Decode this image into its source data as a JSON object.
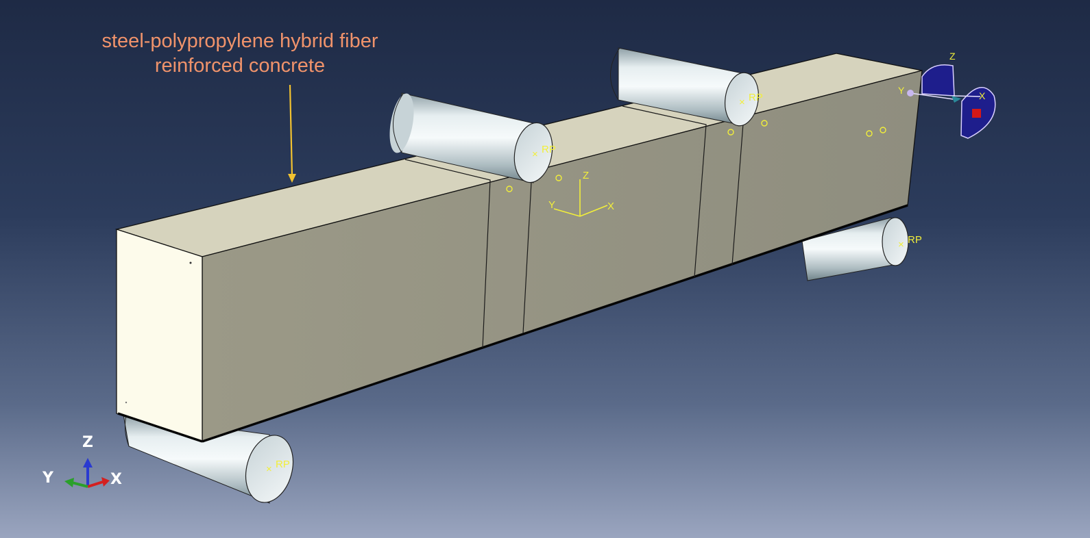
{
  "annotation": {
    "line1": "steel-polypropylene hybrid fiber",
    "line2": "reinforced concrete"
  },
  "reference_point_label": "RP",
  "local_csys": {
    "x": "X",
    "y": "Y",
    "z": "Z"
  },
  "global_triad": {
    "x": "X",
    "y": "Y",
    "z": "Z"
  },
  "view_manipulator": {
    "x": "X",
    "y": "Y",
    "z": "Z"
  },
  "colors": {
    "background_top": "#1e2a45",
    "background_bottom": "#9aa5bf",
    "beam_top": "#d6d3bd",
    "beam_front": "#979583",
    "beam_end": "#fdfbeb",
    "annotation_text": "#f0936b",
    "annotation_arrow": "#f2c230",
    "label_yellow": "#f2ef3a",
    "triad_x": "#d42020",
    "triad_y": "#2aa02a",
    "triad_z": "#2a3ad0"
  }
}
